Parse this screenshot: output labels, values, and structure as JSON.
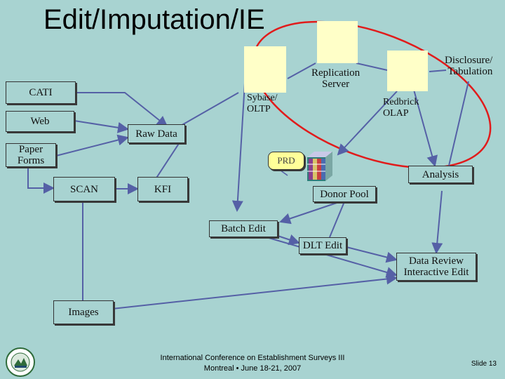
{
  "title": "Edit/Imputation/IE",
  "nodes": {
    "cati": "CATI",
    "web": "Web",
    "paper_forms_line1": "Paper",
    "paper_forms_line2": "Forms",
    "scan": "SCAN",
    "kfi": "KFI",
    "raw_data": "Raw Data",
    "sybase_line1": "Sybase/",
    "sybase_line2": "OLTP",
    "replication_line1": "Replication",
    "replication_line2": "Server",
    "redbrick_line1": "Redbrick",
    "redbrick_line2": "OLAP",
    "disclosure_line1": "Disclosure/",
    "disclosure_line2": "Tabulation",
    "prd": "PRD",
    "analysis": "Analysis",
    "donor_pool": "Donor Pool",
    "batch_edit": "Batch Edit",
    "dlt_edit": "DLT Edit",
    "data_review_line1": "Data Review",
    "data_review_line2": "Interactive Edit",
    "images": "Images"
  },
  "footer": {
    "line1": "International Conference on Establishment Surveys III",
    "line2": "Montreal • June 18-21, 2007",
    "slide": "Slide 13"
  },
  "colors": {
    "background": "#a8d3d1",
    "box_fill": "#a8d3d1",
    "prd_fill": "#ffff99",
    "db_fill": "#ffffc8",
    "ellipse": "#e11b1b",
    "connector": "#5560a6"
  }
}
